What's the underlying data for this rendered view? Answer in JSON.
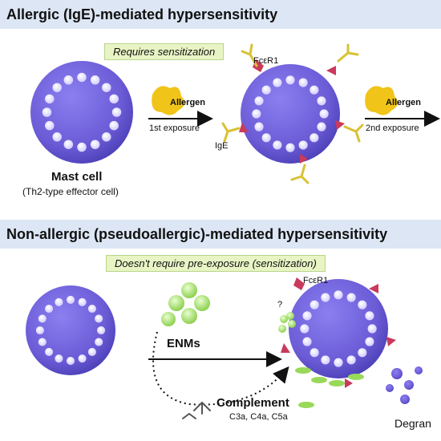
{
  "allergic": {
    "title": "Allergic (IgE)-mediated hypersensitivity",
    "note": "Requires sensitization",
    "mast_cell_label": "Mast cell",
    "mast_cell_sublabel": "(Th2-type effector cell)",
    "allergen_label_1": "Allergen",
    "exposure_1": "1st exposure",
    "receptor_label": "FcεR1",
    "ige_label": "IgE",
    "allergen_label_2": "Allergen",
    "exposure_2": "2nd exposure"
  },
  "nonallergic": {
    "title": "Non-allergic (pseudoallergic)-mediated hypersensitivity",
    "note": "Doesn't require pre-exposure (sensitization)",
    "enms_label": "ENMs",
    "receptor_label": "FcεR1",
    "question_mark": "?",
    "complement_label": "Complement",
    "complement_parts": "C3a, C4a, C5a",
    "degran_label": "Degran"
  },
  "colors": {
    "band": "#dce6f4",
    "cell_fill": "#6b5bd6",
    "cell_edge": "#4a3fb5",
    "granule": "#ffffff",
    "allergen": "#f0c419",
    "antibody": "#d8c234",
    "receptor": "#c93a5c",
    "enm_green": "#99d95a"
  }
}
